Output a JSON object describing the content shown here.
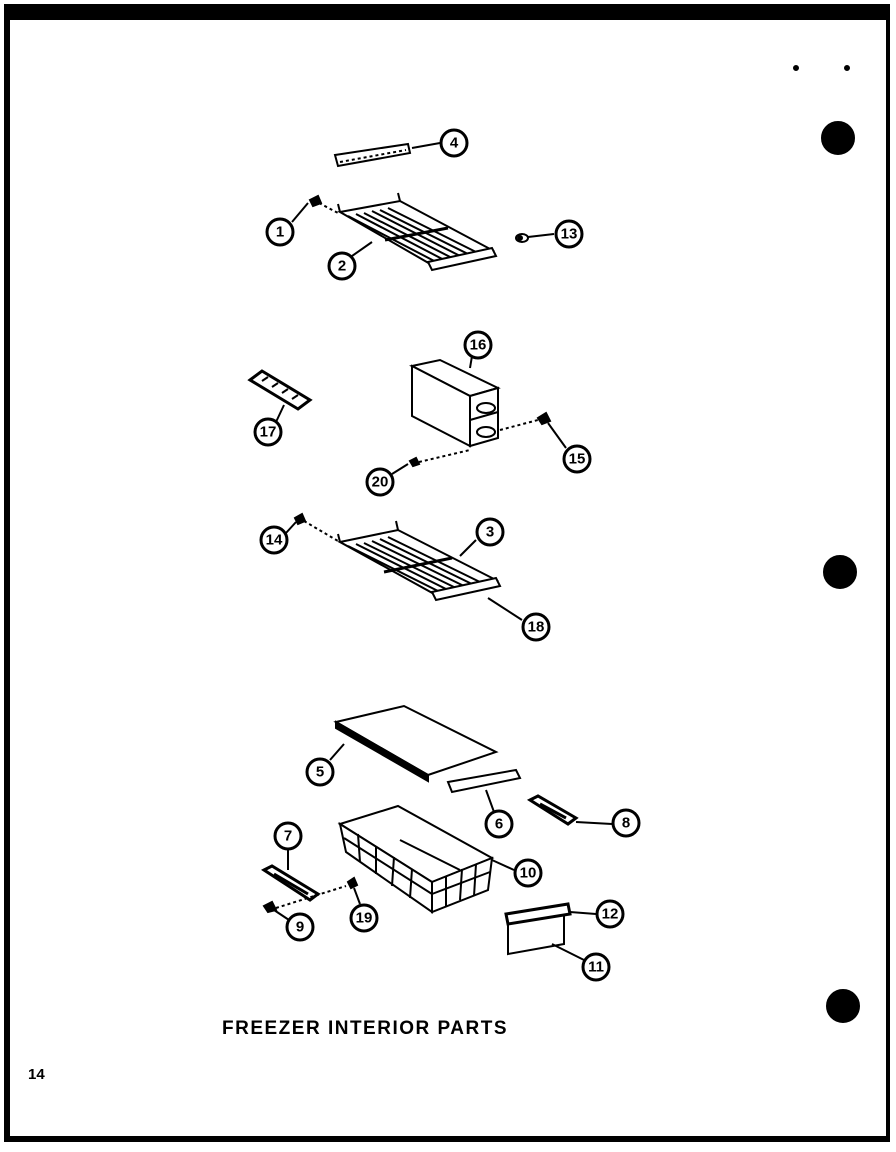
{
  "title": "FREEZER INTERIOR PARTS",
  "page_number": "14",
  "callouts": {
    "c1": "1",
    "c2": "2",
    "c3": "3",
    "c4": "4",
    "c5": "5",
    "c6": "6",
    "c7": "7",
    "c8": "8",
    "c9": "9",
    "c10": "10",
    "c11": "11",
    "c12": "12",
    "c13": "13",
    "c14": "14",
    "c15": "15",
    "c16": "16",
    "c17": "17",
    "c18": "18",
    "c19": "19",
    "c20": "20"
  }
}
